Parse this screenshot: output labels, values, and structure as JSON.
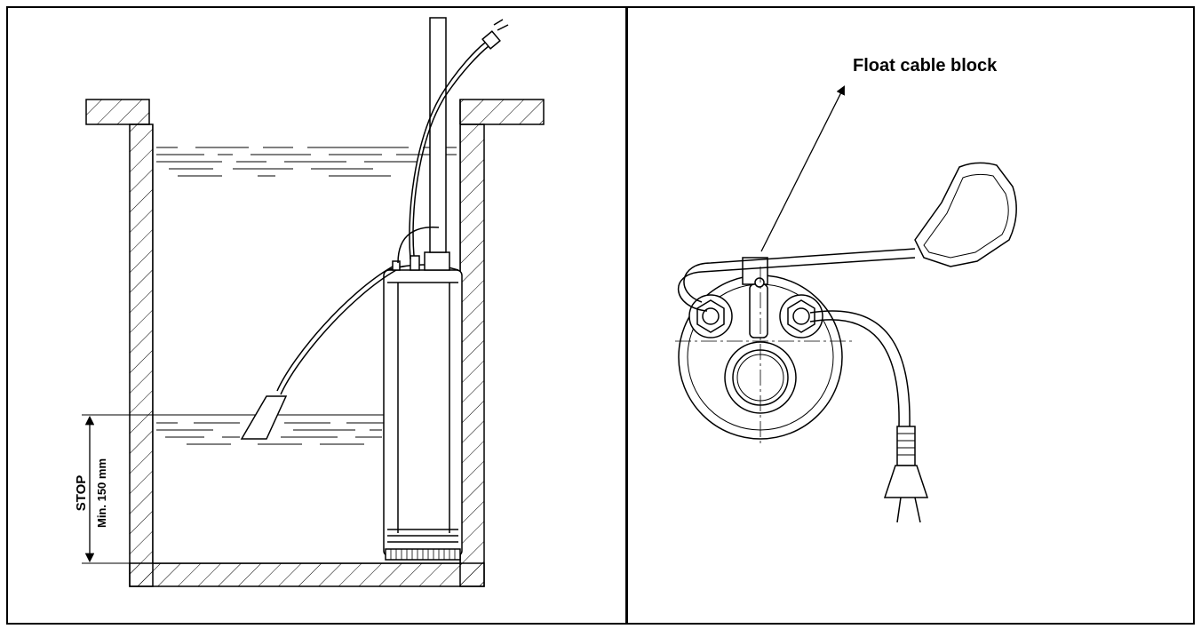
{
  "left_panel": {
    "stop_label": "STOP",
    "min_label": "Min. 150 mm"
  },
  "right_panel": {
    "callout_label": "Float cable block"
  },
  "colors": {
    "line": "#000000",
    "background": "#ffffff"
  }
}
